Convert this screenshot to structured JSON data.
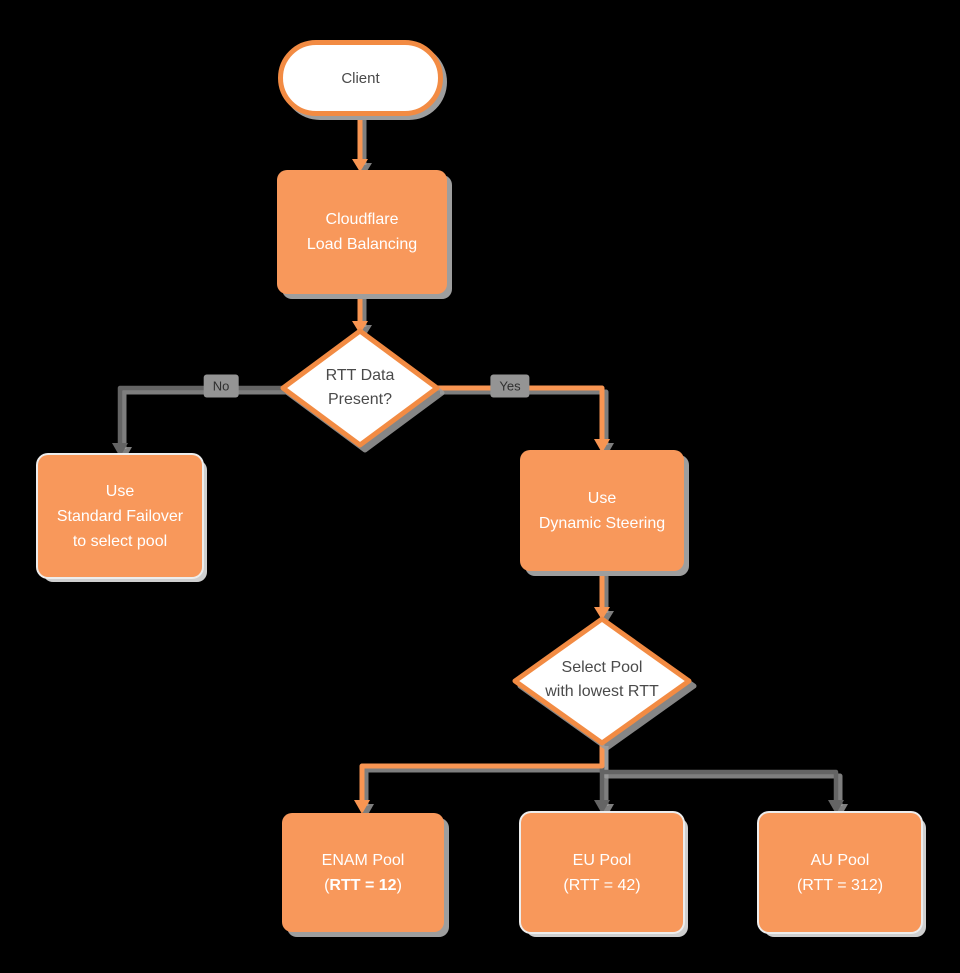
{
  "diagram": "Cloudflare Load Balancing flowchart",
  "colors": {
    "background": "#000000",
    "orange_fill": "#F8985B",
    "orange_stroke": "#F28B43",
    "edge_orange": "#F89552",
    "edge_gray": "#646464",
    "shadow_gray": "#9E9E9E",
    "shadow_light": "#CFCFCF",
    "rim_white": "#EDEDED",
    "text_dark": "#4A4A4A",
    "text_white": "#FFFFFF",
    "badge_bg": "#949494",
    "badge_text": "#2F2F2F"
  },
  "nodes": {
    "client": {
      "type": "terminator",
      "label": "Client"
    },
    "load_balancing": {
      "type": "process",
      "line1": "Cloudflare",
      "line2": "Load Balancing"
    },
    "rtt_present": {
      "type": "decision",
      "line1": "RTT Data",
      "line2": "Present?"
    },
    "standard_failover": {
      "type": "process",
      "line1": "Use",
      "line2": "Standard Failover",
      "line3": "to select pool"
    },
    "dynamic_steering": {
      "type": "process",
      "line1": "Use",
      "line2": "Dynamic Steering"
    },
    "select_pool": {
      "type": "decision",
      "line1": "Select Pool",
      "line2": "with lowest RTT"
    },
    "enam_pool": {
      "type": "process",
      "line1": "ENAM Pool",
      "line2_open": "(",
      "line2_bold": "RTT = 12",
      "line2_close": ")"
    },
    "eu_pool": {
      "type": "process",
      "line1": "EU Pool",
      "line2": "(RTT = 42)"
    },
    "au_pool": {
      "type": "process",
      "line1": "AU Pool",
      "line2": "(RTT = 312)"
    }
  },
  "edges": [
    {
      "from": "client",
      "to": "load_balancing",
      "color": "orange"
    },
    {
      "from": "load_balancing",
      "to": "rtt_present",
      "color": "orange"
    },
    {
      "from": "rtt_present",
      "to": "standard_failover",
      "color": "gray",
      "label": "No"
    },
    {
      "from": "rtt_present",
      "to": "dynamic_steering",
      "color": "orange",
      "label": "Yes"
    },
    {
      "from": "dynamic_steering",
      "to": "select_pool",
      "color": "orange"
    },
    {
      "from": "select_pool",
      "to": "enam_pool",
      "color": "orange"
    },
    {
      "from": "select_pool",
      "to": "eu_pool",
      "color": "gray"
    },
    {
      "from": "select_pool",
      "to": "au_pool",
      "color": "gray"
    }
  ]
}
